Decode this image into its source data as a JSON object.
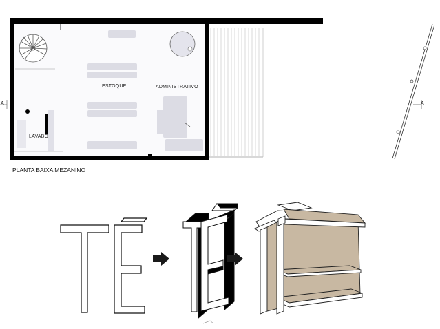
{
  "plan": {
    "caption": "PLANTA BAIXA MEZANINO",
    "rooms": {
      "estoque": "ESTOQUE",
      "administrativo": "ADMINISTRATIVO",
      "lavabo": "LAVABO"
    },
    "section_marker_left": "A",
    "section_marker_right": "A"
  },
  "colors": {
    "wall": "#000000",
    "furniture": "#dcdce4",
    "floor_tint": "#fafafc",
    "deck_line": "#bfbfbf",
    "extrusion_side": "#c8b8a2",
    "arrow": "#1a1a1a"
  },
  "icons": [
    "spiral-stair-icon",
    "round-table-icon",
    "arrow-right-icon"
  ]
}
